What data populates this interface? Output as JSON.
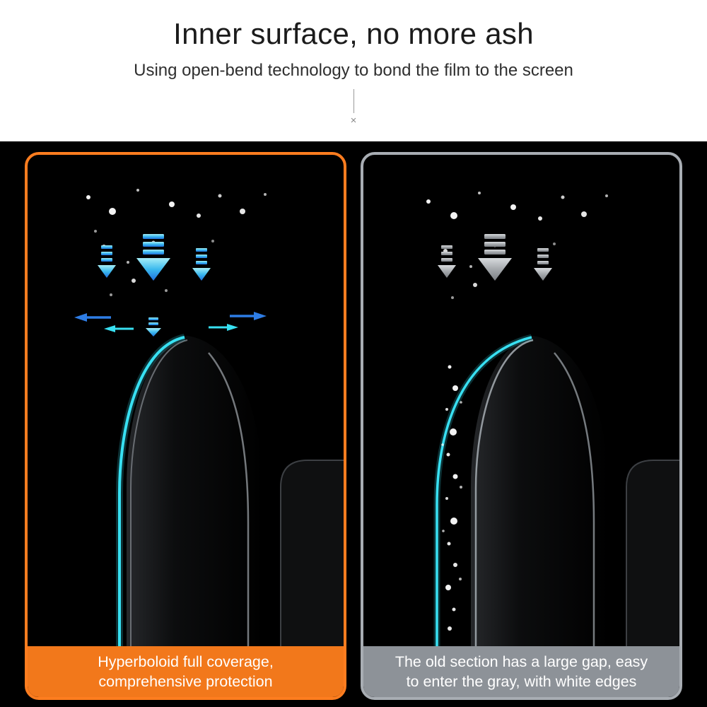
{
  "header": {
    "title": "Inner surface, no more ash",
    "subtitle": "Using open-bend technology to bond the film to the screen",
    "cross": "×"
  },
  "panels": {
    "left": {
      "caption_line1": "Hyperboloid full coverage,",
      "caption_line2": "comprehensive protection"
    },
    "right": {
      "caption_line1": "The old section has a large gap, easy",
      "caption_line2": "to enter the gray, with white edges"
    }
  },
  "icons": {
    "down_arrows_left": "cyan-dashed-down-arrows",
    "down_arrows_right": "gray-dashed-down-arrows",
    "spread_arrows": "blue-cyan-horizontal-spread-arrows",
    "ash_dots": "white-ash-particles",
    "gap_dust": "dust-in-gap-particles",
    "film_edge": "cyan-film-edge-line"
  },
  "colors": {
    "accent-orange": "#f2781b",
    "panel-border-orange": "#ff7d1f",
    "caption-gray": "#8d9298",
    "panel-border-gray": "#a8adb3",
    "film-cyan": "#38e0f2",
    "arrow-blue": "#2e7de5",
    "background-black": "#000000",
    "header-bg": "#ffffff",
    "title-color": "#1b1b1b",
    "subtitle-color": "#2f2f2f"
  }
}
